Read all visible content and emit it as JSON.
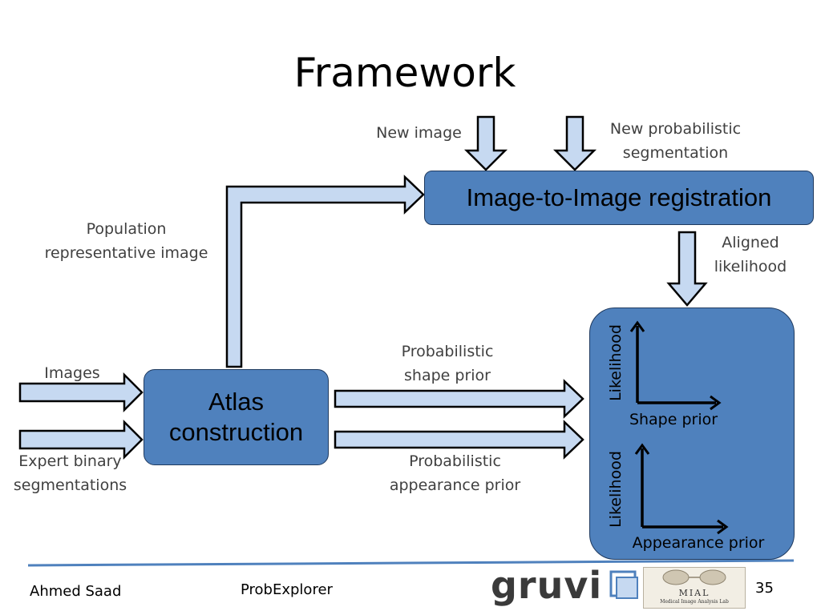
{
  "slide": {
    "title": "Framework",
    "page_number": "35"
  },
  "diagram": {
    "inputs": {
      "new_image": "New image",
      "new_prob_seg_line1": "New probabilistic",
      "new_prob_seg_line2": "segmentation",
      "images": "Images",
      "expert_line1": "Expert binary",
      "expert_line2": "segmentations"
    },
    "boxes": {
      "registration": "Image-to-Image registration",
      "atlas_line1": "Atlas",
      "atlas_line2": "construction"
    },
    "edges": {
      "population_line1": "Population",
      "population_line2": "representative image",
      "aligned_line1": "Aligned",
      "aligned_line2": "likelihood",
      "shape_line1": "Probabilistic",
      "shape_line2": "shape prior",
      "appearance_line1": "Probabilistic",
      "appearance_line2": "appearance prior"
    },
    "plots": {
      "top_ylabel": "Likelihood",
      "top_xlabel": "Shape prior",
      "bottom_ylabel": "Likelihood",
      "bottom_xlabel": "Appearance prior"
    }
  },
  "footer": {
    "author": "Ahmed Saad",
    "project": "ProbExplorer",
    "gruvi_logo": "gruvi",
    "mial_logo_line1": "MIAL",
    "mial_logo_line2": "Medical Image Analysis Lab"
  },
  "colors": {
    "box_fill": "#4f81bd",
    "arrow_fill": "#c6d9f1",
    "footer_rule": "#4f81bd"
  }
}
